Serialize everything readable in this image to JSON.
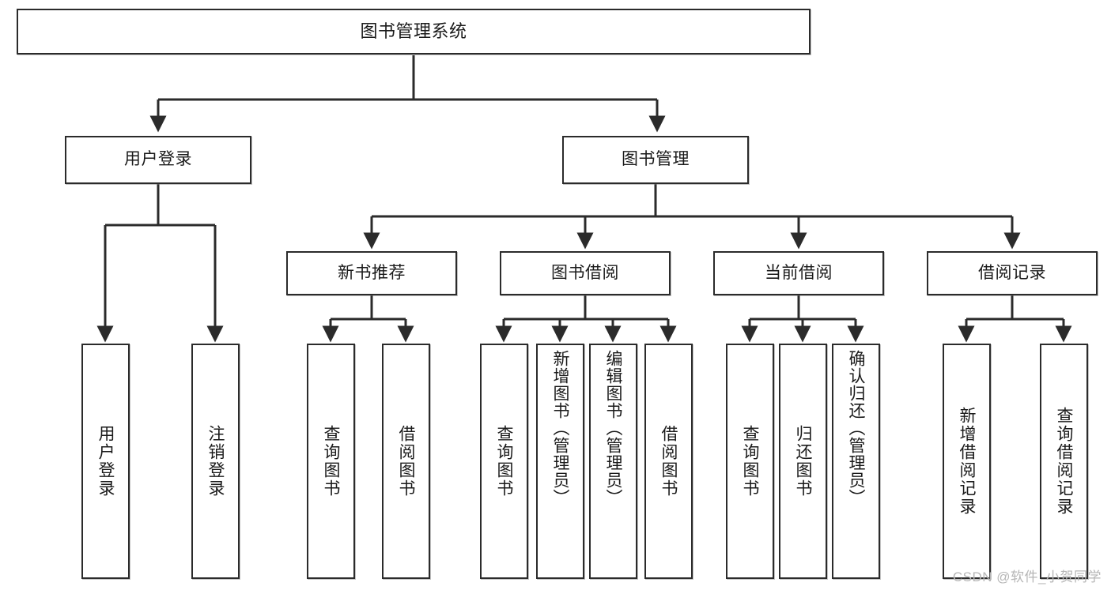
{
  "diagram": {
    "title": "图书管理系统",
    "watermark": "CSDN @软件_小贺同学",
    "colors": {
      "stroke": "#2b2b2b",
      "fill": "#ffffff",
      "text": "#1a1a1a",
      "watermark": "#b6b6b6"
    },
    "root": {
      "label": "图书管理系统"
    },
    "level2": [
      {
        "label": "用户登录"
      },
      {
        "label": "图书管理"
      }
    ],
    "level3": [
      {
        "label": "新书推荐"
      },
      {
        "label": "图书借阅"
      },
      {
        "label": "当前借阅"
      },
      {
        "label": "借阅记录"
      }
    ],
    "leaves": {
      "user_login": [
        {
          "label": "用户登录"
        },
        {
          "label": "注销登录"
        }
      ],
      "new_book": [
        {
          "label": "查询图书"
        },
        {
          "label": "借阅图书"
        }
      ],
      "borrow_book": [
        {
          "label": "查询图书"
        },
        {
          "label": "新增图书（管理员）"
        },
        {
          "label": "编辑图书（管理员）"
        },
        {
          "label": "借阅图书"
        }
      ],
      "current_borrow": [
        {
          "label": "查询图书"
        },
        {
          "label": "归还图书"
        },
        {
          "label": "确认归还（管理员）"
        }
      ],
      "borrow_record": [
        {
          "label": "新增借阅记录"
        },
        {
          "label": "查询借阅记录"
        }
      ]
    }
  }
}
